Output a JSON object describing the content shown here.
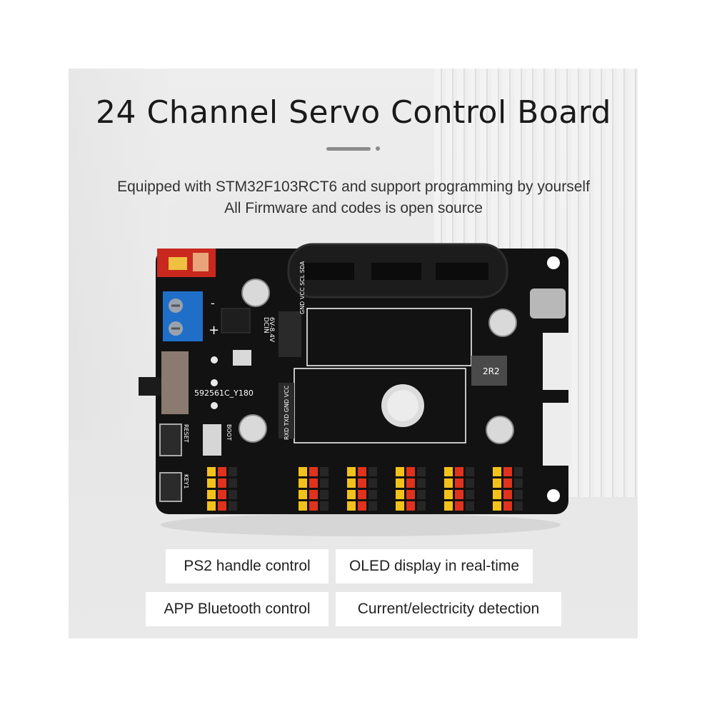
{
  "title": "24 Channel Servo Control Board",
  "subtitle_line1": "Equipped with STM32F103RCT6 and support programming by yourself",
  "subtitle_line2": "All Firmware and codes is open source",
  "features": [
    "PS2 handle control",
    "OLED display in real-time",
    "APP Bluetooth control",
    "Current/electricity detection"
  ],
  "board": {
    "switch_label": "592561C_Y180",
    "inductor_label": "2R2",
    "header_labels": [
      "DCIN",
      "6V-8.4V",
      "GND VCC SCL SDA",
      "RXD TXD GND VCC"
    ],
    "buttons": [
      "RESET",
      "KEY1",
      "BOOT"
    ],
    "plus": "+",
    "minus": "-"
  },
  "colors": {
    "board": "#121212",
    "pin_yellow": "#f2c21a",
    "pin_red": "#e0321c",
    "pin_black": "#262626",
    "terminal_blue": "#1f6fc9",
    "connector_red": "#c8281e"
  }
}
